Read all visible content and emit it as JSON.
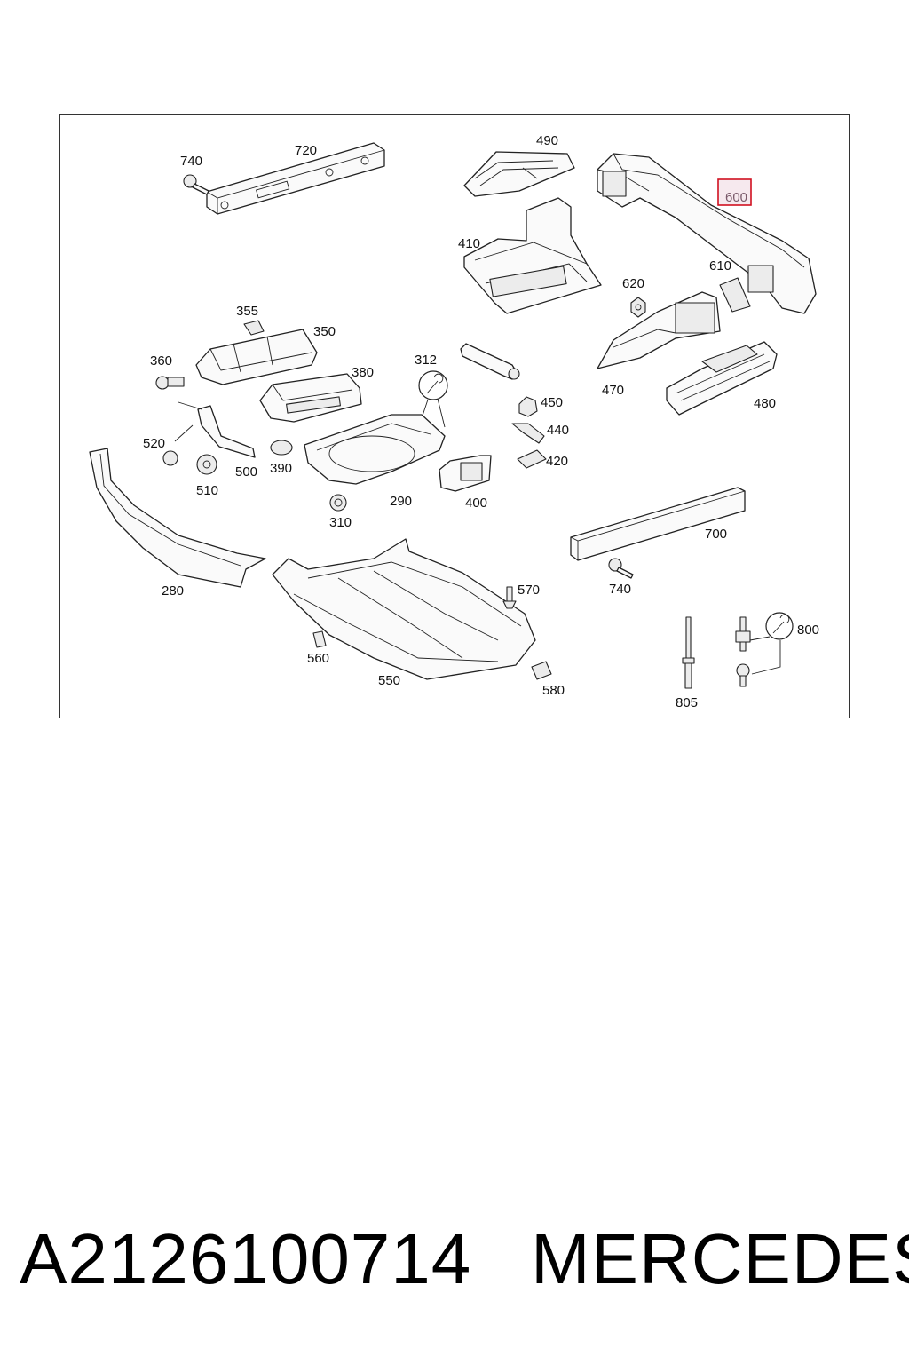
{
  "diagram": {
    "highlight_color": "#d01020",
    "highlighted_label": "600",
    "labels": {
      "p740a": "740",
      "p720": "720",
      "p490": "490",
      "p600": "600",
      "p410": "410",
      "p610": "610",
      "p620": "620",
      "p355": "355",
      "p350": "350",
      "p360": "360",
      "p380": "380",
      "p312": "312",
      "p450": "450",
      "p470": "470",
      "p480": "480",
      "p440": "440",
      "p520": "520",
      "p500": "500",
      "p390": "390",
      "p420": "420",
      "p510": "510",
      "p290": "290",
      "p400": "400",
      "p310": "310",
      "p700": "700",
      "p280": "280",
      "p740b": "740",
      "p570": "570",
      "p800": "800",
      "p560": "560",
      "p550": "550",
      "p580": "580",
      "p805": "805"
    }
  },
  "footer": {
    "part_number": "A2126100714",
    "brand": "MERCEDES"
  }
}
